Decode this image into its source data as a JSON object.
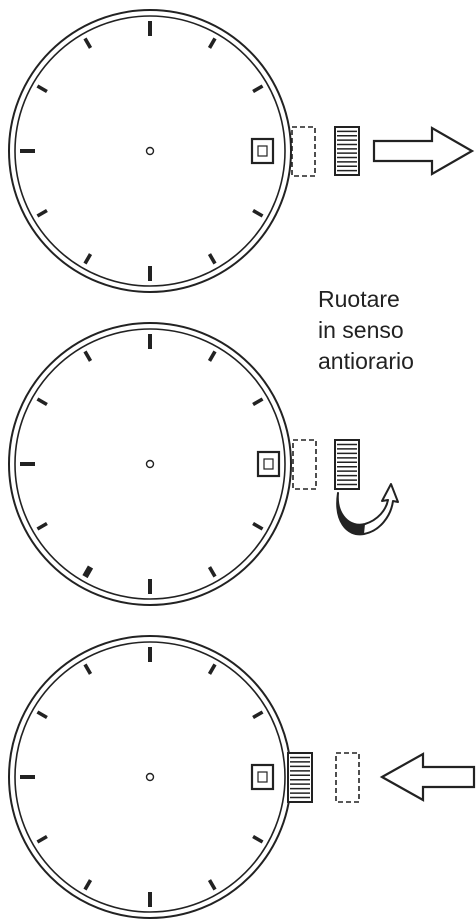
{
  "caption": {
    "lines": [
      "Ruotare",
      "in senso",
      "antiorario"
    ]
  },
  "steps": [
    {
      "name": "step-1-pull-crown-out",
      "crown_position": "out",
      "arrow": "pull-right"
    },
    {
      "name": "step-2-rotate-crown",
      "crown_position": "out",
      "arrow": "rotate-counterclockwise"
    },
    {
      "name": "step-3-push-crown-in",
      "crown_position": "in",
      "arrow": "push-left"
    }
  ],
  "colors": {
    "ink": "#222222",
    "background": "#ffffff"
  }
}
